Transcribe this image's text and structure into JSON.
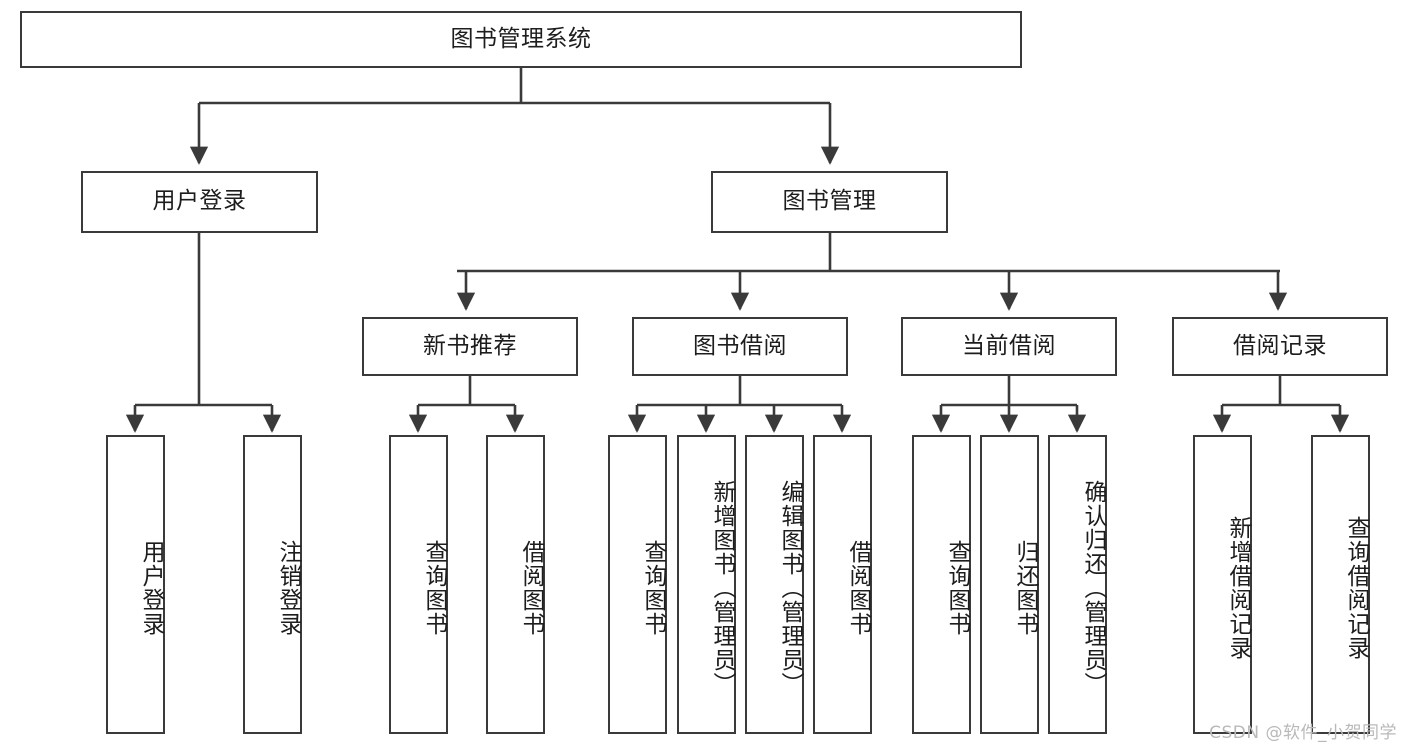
{
  "diagram": {
    "title": "图书管理系统",
    "type": "tree",
    "watermark": "CSDN @软件_小贺同学",
    "colors": {
      "box_border": "#3a3a3a",
      "box_fill": "#ffffff",
      "edge": "#3a3a3a",
      "text": "#1d1d1d",
      "watermark": "#b9b9b9"
    },
    "levels": {
      "root": {
        "label": "图书管理系统"
      },
      "level2": [
        {
          "label": "用户登录"
        },
        {
          "label": "图书管理"
        }
      ],
      "level3": [
        {
          "label": "新书推荐"
        },
        {
          "label": "图书借阅"
        },
        {
          "label": "当前借阅"
        },
        {
          "label": "借阅记录"
        }
      ],
      "leaves": {
        "user_login": [
          {
            "label": "用户登录"
          },
          {
            "label": "注销登录"
          }
        ],
        "new_book_recommend": [
          {
            "label": "查询图书"
          },
          {
            "label": "借阅图书"
          }
        ],
        "book_borrow": [
          {
            "label": "查询图书"
          },
          {
            "label": "新增图书（管理员）"
          },
          {
            "label": "编辑图书（管理员）"
          },
          {
            "label": "借阅图书"
          }
        ],
        "current_borrow": [
          {
            "label": "查询图书"
          },
          {
            "label": "归还图书"
          },
          {
            "label": "确认归还（管理员）"
          }
        ],
        "borrow_records": [
          {
            "label": "新增借阅记录"
          },
          {
            "label": "查询借阅记录"
          }
        ]
      }
    }
  }
}
